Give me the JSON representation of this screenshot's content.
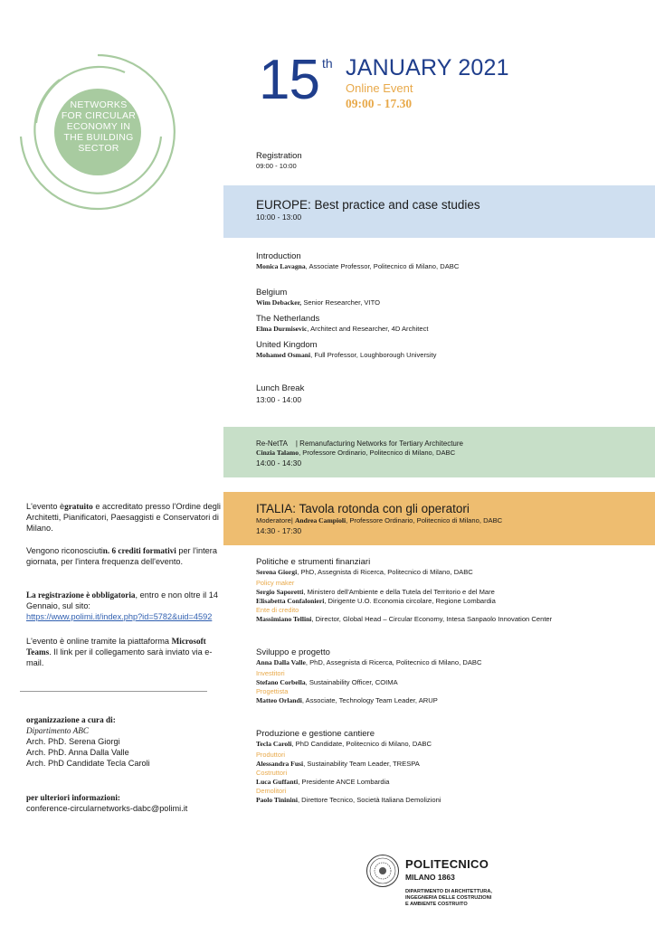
{
  "logo": {
    "line1": "NETWORKS",
    "line2": "FOR CIRCULAR",
    "line3": "ECONOMY IN",
    "line4": "THE BUILDING",
    "line5": "SECTOR",
    "colors": {
      "circle": "#a8cba0",
      "ring": "#a8cba0"
    }
  },
  "header": {
    "day": "15",
    "day_suffix": "th",
    "month_year": "JANUARY 2021",
    "online": "Online Event",
    "hours": "09:00 - 17.30",
    "colors": {
      "date": "#1f3e8c",
      "accent": "#e8a94a"
    }
  },
  "registration": {
    "label": "Registration",
    "time": "09:00 - 10:00"
  },
  "europe": {
    "title": "EUROPE: Best practice and case studies",
    "time": "10:00 - 13:00",
    "color": "#cfdff0",
    "items": [
      {
        "topic": "Introduction",
        "name": "Monica Lavagna",
        "desc": ", Associate Professor, Politecnico di Milano, DABC"
      },
      {
        "topic": "Belgium",
        "name": "Wim Debacker,",
        "desc": " Senior Researcher, VITO"
      },
      {
        "topic": "The Netherlands",
        "name": "Elma Durmisevic",
        "desc": ", Architect and Researcher, 4D Architect"
      },
      {
        "topic": "United Kingdom",
        "name": "Mohamed Osmani",
        "desc": ", Full Professor, Loughborough University"
      }
    ]
  },
  "lunch": {
    "label": "Lunch Break",
    "time": "13:00 - 14:00"
  },
  "renetta": {
    "title_a": "Re-NetTA",
    "title_b": "| Remanufacturing Networks for Tertiary Architecture",
    "name": "Cinzia Talamo",
    "desc": ", Professore Ordinario, Politecnico di Milano, DABC",
    "time": "14:00 - 14:30",
    "color": "#c7dfc8"
  },
  "italia": {
    "title": "ITALIA: Tavola rotonda con gli operatori",
    "mod_label": "Moderatore|",
    "mod_name": "Andrea Campioli",
    "mod_desc": ", Professore Ordinario, Politecnico di Milano, DABC",
    "time": "14:30 - 17:30",
    "color": "#eebd70",
    "sections": [
      {
        "topic": "Politiche e strumenti finanziari",
        "lead_name": "Serena Giorgi",
        "lead_desc": ", PhD, Assegnista di Ricerca, Politecnico di Milano, DABC",
        "roles": [
          {
            "role": "Policy maker",
            "people": [
              {
                "name": "Sergio Saporetti",
                "desc": ", Ministero dell'Ambiente e della Tutela del Territorio e del Mare"
              },
              {
                "name": "Elisabetta Confalonieri",
                "desc": ", Dirigente U.O. Economia circolare, Regione Lombardia"
              }
            ]
          },
          {
            "role": "Ente di credito",
            "people": [
              {
                "name": "Massimiano Tellini",
                "desc": ", Director, Global Head – Circular Economy, Intesa Sanpaolo Innovation Center"
              }
            ]
          }
        ]
      },
      {
        "topic": "Sviluppo e progetto",
        "lead_name": "Anna Dalla Valle",
        "lead_desc": ", PhD, Assegnista di Ricerca, Politecnico di Milano, DABC",
        "roles": [
          {
            "role": "Investitori",
            "people": [
              {
                "name": "Stefano Corbella",
                "desc": ", Sustainability Officer, COIMA"
              }
            ]
          },
          {
            "role": "Progettista",
            "people": [
              {
                "name": "Matteo Orlandi",
                "desc": ", Associate, Technology Team Leader, ARUP"
              }
            ]
          }
        ]
      },
      {
        "topic": "Produzione e gestione cantiere",
        "lead_name": "Tecla Caroli",
        "lead_desc": ", PhD Candidate, Politecnico di Milano, DABC",
        "roles": [
          {
            "role": "Produttori",
            "people": [
              {
                "name": "Alessandra Fusi",
                "desc": ", Sustainability Team Leader, TRESPA"
              }
            ]
          },
          {
            "role": "Costruttori",
            "people": [
              {
                "name": "Luca Guffanti",
                "desc": ", Presidente ANCE Lombardia"
              }
            ]
          },
          {
            "role": "Demolitori",
            "people": [
              {
                "name": "Paolo Tininini",
                "desc": ", Direttore Tecnico, Società Italiana Demolizioni"
              }
            ]
          }
        ]
      }
    ]
  },
  "info": {
    "p1_a": "L'evento è",
    "p1_b": "gratuito",
    "p1_c": " e accreditato presso l'Ordine degli Architetti, Pianificatori, Paesaggisti e Conservatori di Milano.",
    "p2_a": "Vengono riconosciuti",
    "p2_b": "n. 6 crediti formativi",
    "p2_c": " per l'intera giornata, per l'intera frequenza dell'evento.",
    "p3_a": "La registrazione è obbligatoria",
    "p3_b": ", entro e non oltre il 14 Gennaio, sul sito:",
    "p3_link": "https://www.polimi.it/index.php?id=5782&uid=4592",
    "p4_a": "L'evento è online tramite la piattaforma ",
    "p4_b": "Microsoft Teams",
    "p4_c": ". Il link per il collegamento sarà inviato via e-mail."
  },
  "organization": {
    "heading": "organizzazione a cura di:",
    "dept": "Dipartimento ABC",
    "people": [
      "Arch. PhD. Serena Giorgi",
      "Arch. PhD. Anna Dalla Valle",
      "Arch. PhD Candidate Tecla Caroli"
    ],
    "contact_heading": "per ulteriori informazioni:",
    "contact_email": "conference-circularnetworks-dabc@polimi.it"
  },
  "polimi": {
    "name": "POLITECNICO",
    "city": "MILANO 1863",
    "dept_line1": "DIPARTIMENTO DI ARCHITETTURA,",
    "dept_line2": "INGEGNERIA DELLE COSTRUZIONI",
    "dept_line3": "E AMBIENTE COSTRUITO"
  }
}
